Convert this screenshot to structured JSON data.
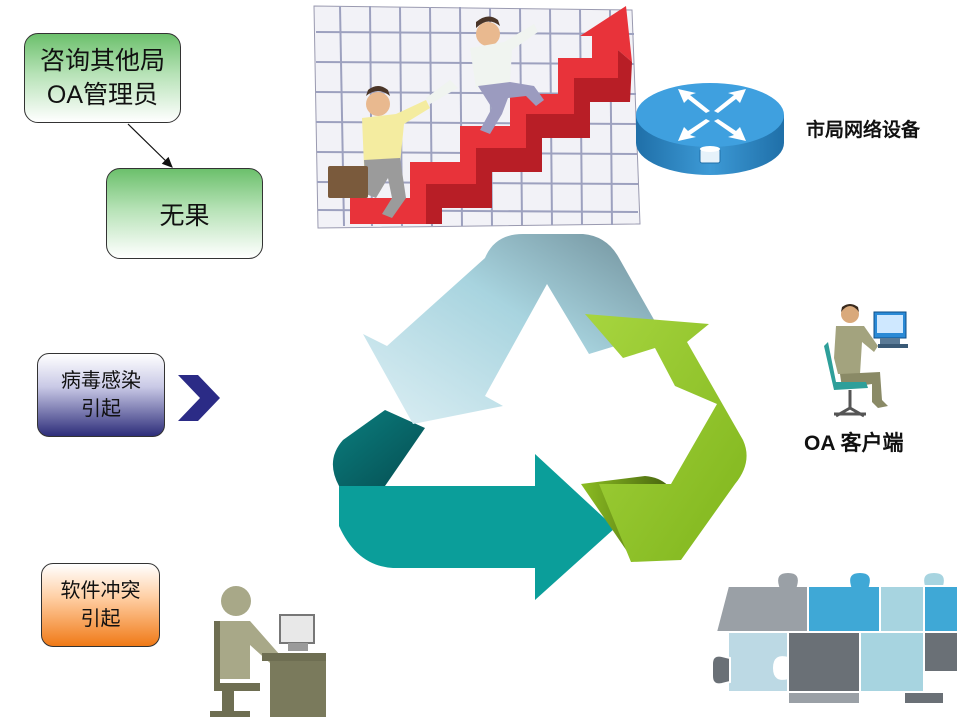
{
  "boxes": {
    "consult": {
      "line1": "咨询其他局",
      "line2": "OA管理员"
    },
    "no_result": {
      "text": "无果"
    },
    "virus": {
      "line1": "病毒感染",
      "line2": "引起"
    },
    "software": {
      "line1": "软件冲突",
      "line2": "引起"
    }
  },
  "labels": {
    "network_device": "市局网络设备",
    "oa_client": "OA 客户端"
  },
  "colors": {
    "green_box": "#6cc06c",
    "purple_box": "#2d2d7a",
    "orange_box": "#f07a17",
    "cycle_teal": "#0b9e9a",
    "cycle_light_blue": "#a8dbe6",
    "cycle_green": "#8cc63f",
    "chevron": "#2b2b86"
  }
}
